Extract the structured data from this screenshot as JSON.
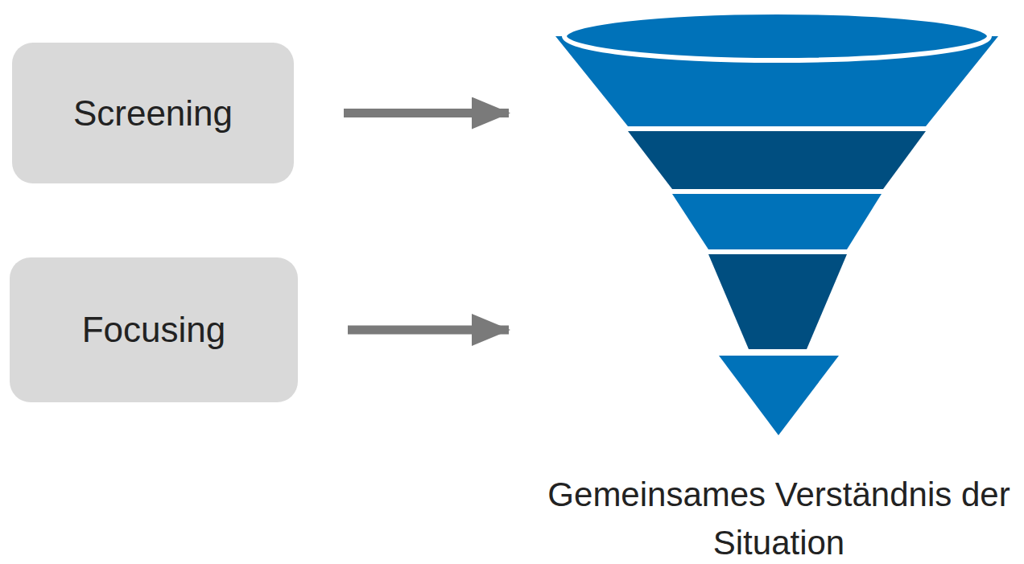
{
  "diagram": {
    "nodes": [
      {
        "text": [
          "Screening"
        ]
      },
      {
        "text": [
          "Focusing"
        ]
      },
      {
        "text": [
          "Gemeinsames Verständnis der Situation"
        ]
      }
    ],
    "edges": [
      {
        "from": 0,
        "to": 2,
        "arrow": "to"
      },
      {
        "from": 1,
        "to": 2,
        "arrow": "to"
      }
    ]
  }
}
